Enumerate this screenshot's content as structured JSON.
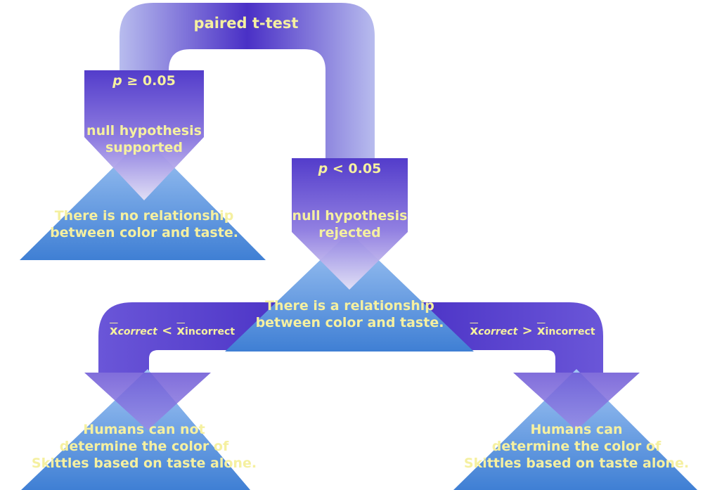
{
  "test_label": "paired t-test",
  "branches": {
    "left": {
      "condition_var": "p",
      "condition_op": " ≥ 0.05",
      "result": [
        "null hypothesis",
        "supported"
      ],
      "conclusion": [
        "There is no relationship",
        "between color and taste."
      ]
    },
    "right": {
      "condition_var": "p",
      "condition_op": " < 0.05",
      "result": [
        "null hypothesis",
        "rejected"
      ],
      "conclusion": [
        "There is a relationship",
        "between color and taste."
      ]
    }
  },
  "sub_branches": {
    "left": {
      "var_a": "x",
      "sub_a": "correct",
      "op": " < ",
      "var_b": "x",
      "sub_b": "incorrect",
      "conclusion": [
        "Humans can not",
        "determine the color of",
        "Skittles based on taste alone."
      ]
    },
    "right": {
      "var_a": "x",
      "sub_a": "correct",
      "op": " > ",
      "var_b": "x",
      "sub_b": "incorrect",
      "conclusion": [
        "Humans can",
        "determine the color of",
        "Skittles based on taste alone."
      ]
    }
  },
  "colors": {
    "arrow_dark": "#4a32c8",
    "arrow_light": "#c9cdf0",
    "tri_top": "#9ec3f2",
    "tri_bottom": "#3f7fd4",
    "text": "#f5f0a0"
  }
}
